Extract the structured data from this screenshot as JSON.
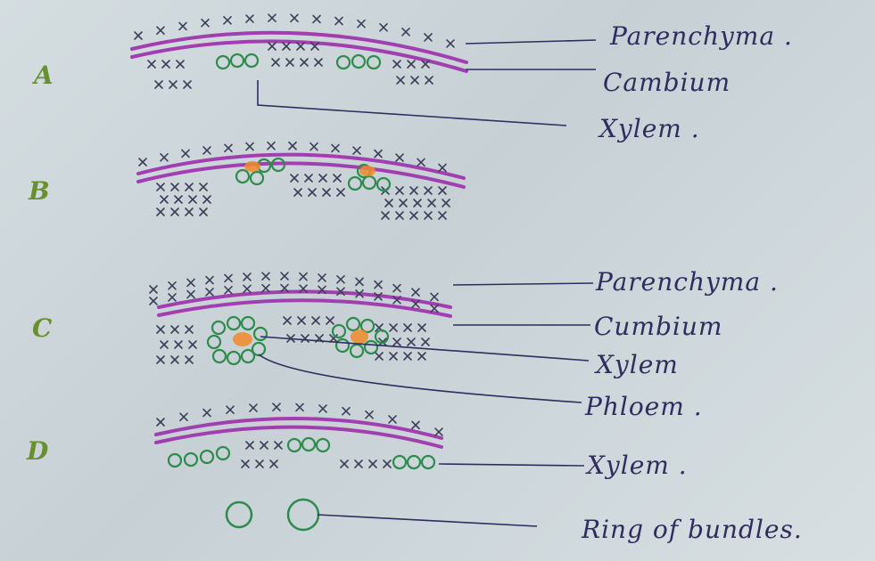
{
  "panels": [
    {
      "id": "A",
      "tag": "A"
    },
    {
      "id": "B",
      "tag": "B"
    },
    {
      "id": "C",
      "tag": "C"
    },
    {
      "id": "D",
      "tag": "D"
    }
  ],
  "labels": {
    "a_parenchyma": "Parenchyma .",
    "a_cambium": "Cambium",
    "a_xylem": "Xylem .",
    "c_parenchyma": "Parenchyma .",
    "c_cambium": "Cumbium",
    "c_xylem": "Xylem",
    "c_phloem": "Phloem .",
    "d_xylem": "Xylem .",
    "ring_of_bundles": "Ring of bundles."
  },
  "colors": {
    "cambium": "#a23fb0",
    "xylem": "#2e8b4d",
    "phloem": "#f08a2a",
    "parenchyma": "#3c3f58",
    "ink": "#2f2d5e",
    "tag": "#6a8f2e"
  }
}
